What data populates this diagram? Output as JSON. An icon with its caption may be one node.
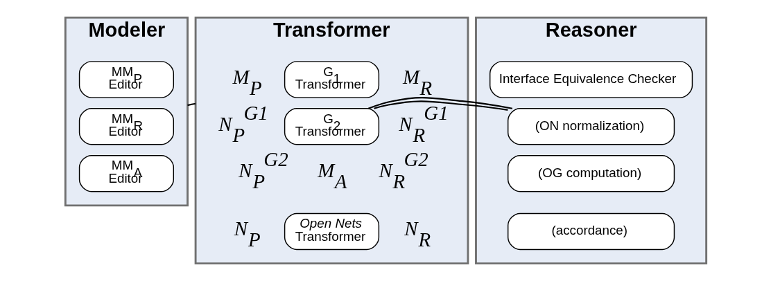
{
  "diagram": {
    "nodes": [
      {
        "text": [
          "Modeler"
        ]
      },
      {
        "text": [
          "MM$_{P}$ Editor"
        ],
        "in": 0
      },
      {
        "text": [
          "MM$_{R}$ Editor"
        ],
        "in": 0
      },
      {
        "text": [
          "MM$_{A}$ Editor"
        ],
        "in": 0
      },
      {
        "text": [
          "Transformer"
        ]
      },
      {
        "text": [
          "G$_{1}$ Transformer"
        ],
        "in": 4
      },
      {
        "text": [
          "G$_{2}$ Transformer"
        ],
        "in": 4
      },
      {
        "text": [
          "*Open Nets* Transformer"
        ],
        "in": 4
      },
      {
        "text": [
          "Reasoner"
        ]
      },
      {
        "text": [
          "Interface Equivalence Checker"
        ],
        "in": 8
      },
      {
        "text": [
          "(ON normalization)"
        ],
        "in": 8
      },
      {
        "text": [
          "(OG computation)"
        ],
        "in": 8
      },
      {
        "text": [
          "(accordance)"
        ],
        "in": 8
      }
    ],
    "edges": [
      {
        "from": 0,
        "to": 4,
        "arrow": "none"
      },
      {
        "from": 4,
        "to": 8,
        "arrow": "none"
      }
    ],
    "labels": [
      "M$_{P}$",
      "M$_{R}$",
      "N$_{P}$$^{G1}$",
      "N$_{R}$$^{G1}$",
      "N$_{P}$$^{G2}$",
      "N$_{R}$$^{G2}$",
      "M$_{A}$",
      "N$_{P}$",
      "N$_{R}$"
    ]
  }
}
